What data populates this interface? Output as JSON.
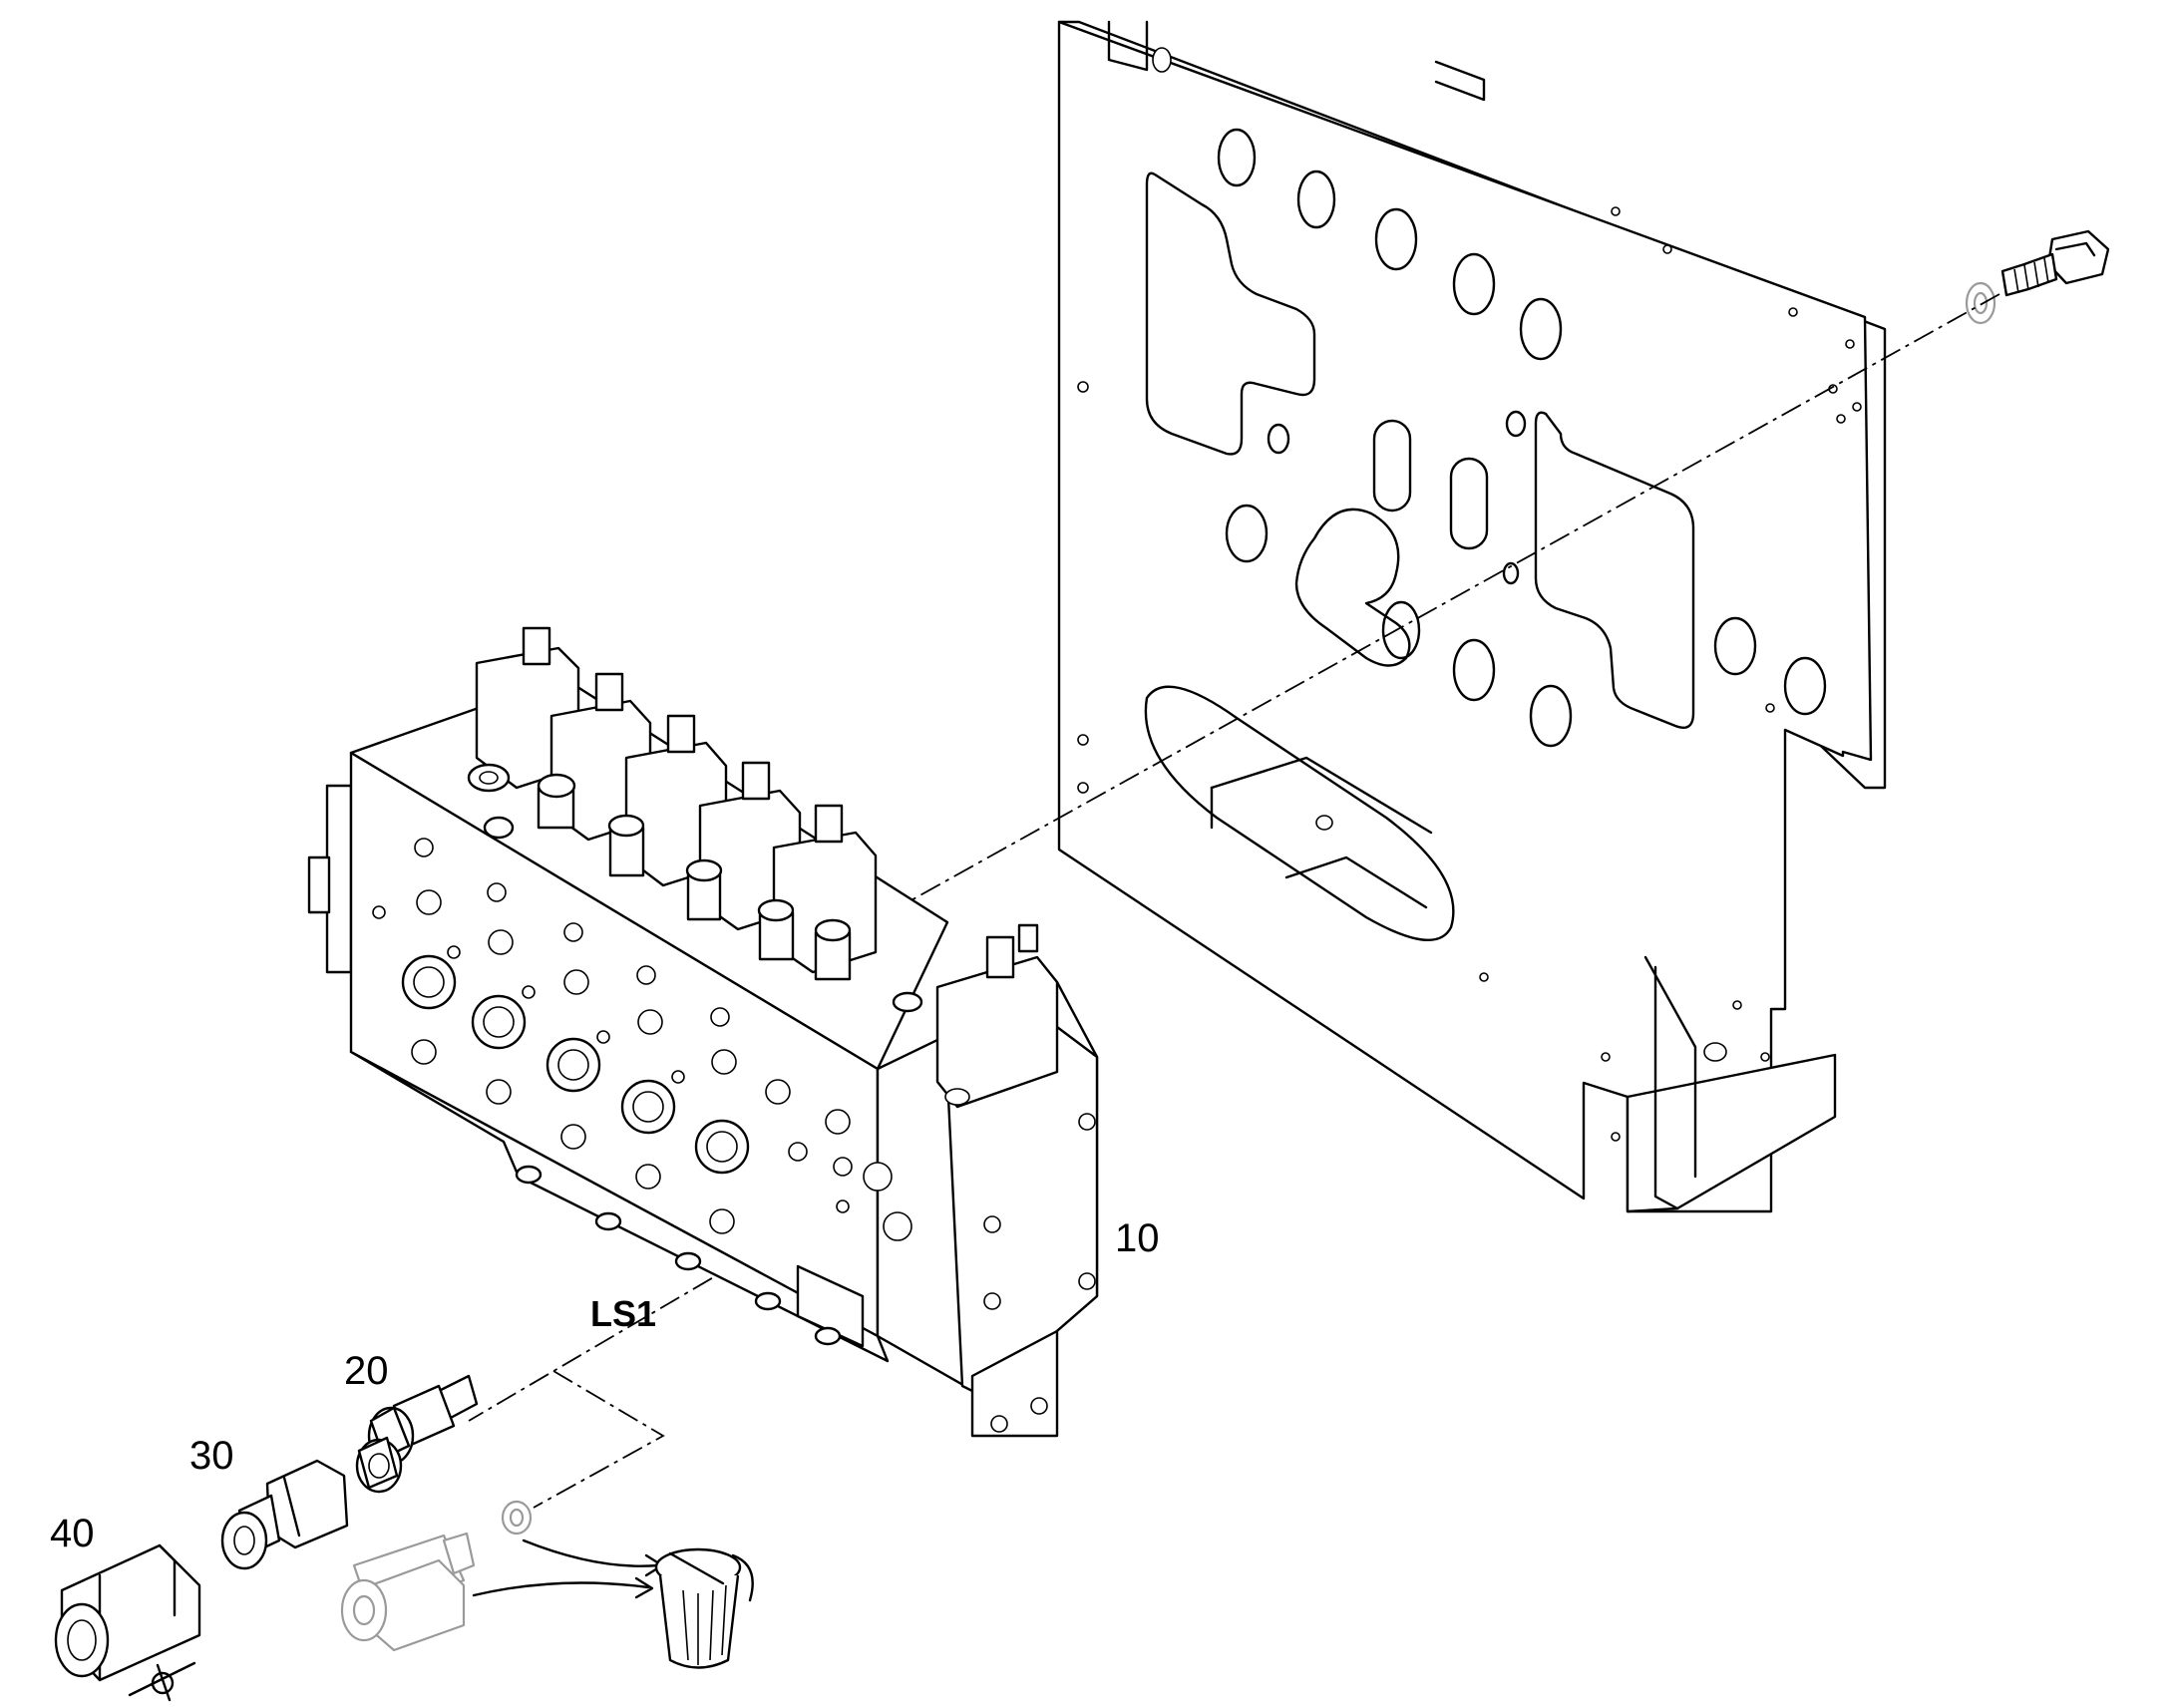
{
  "callouts": {
    "item_10": "10",
    "item_20": "20",
    "item_30": "30",
    "item_40": "40",
    "port_ls1": "LS1"
  },
  "colors": {
    "line": "#000000",
    "ghost_part": "#9a9a9a",
    "background": "#ffffff"
  },
  "icons": {
    "discard": "trash-bin-icon",
    "torque": "torque-wrench-icon"
  }
}
